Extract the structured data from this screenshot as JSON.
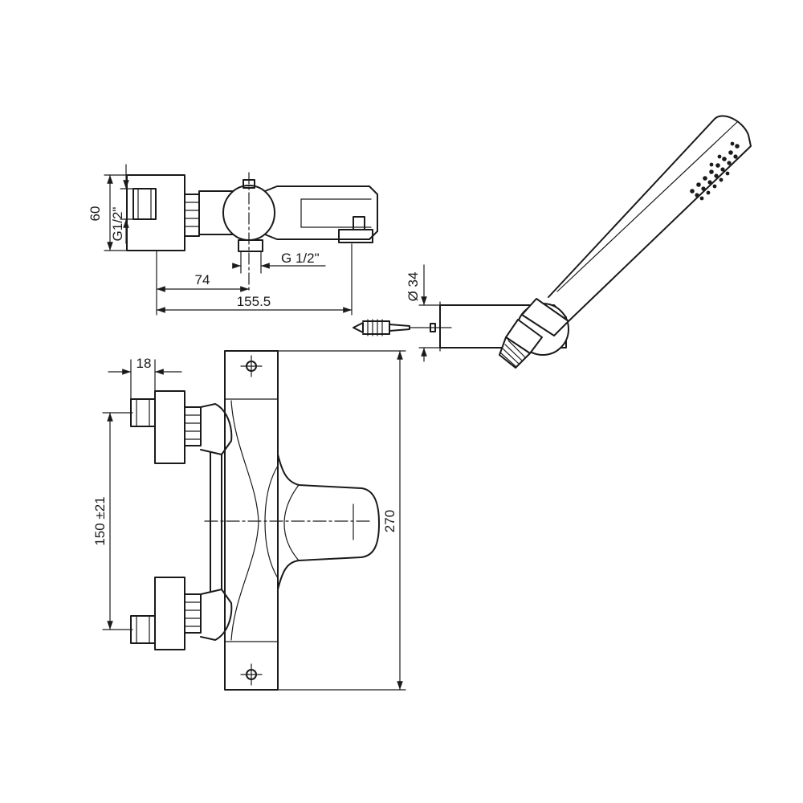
{
  "dimensions": {
    "height_top": "60",
    "thread_side": "G1/2\"",
    "thread_bottom": "G 1/2\"",
    "offset_74": "74",
    "width_155": "155.5",
    "diameter_34": "Ø 34",
    "depth_18": "18",
    "centers_150": "150 ±21",
    "height_270": "270"
  },
  "colors": {
    "line": "#1a1a1a",
    "background": "#ffffff"
  }
}
